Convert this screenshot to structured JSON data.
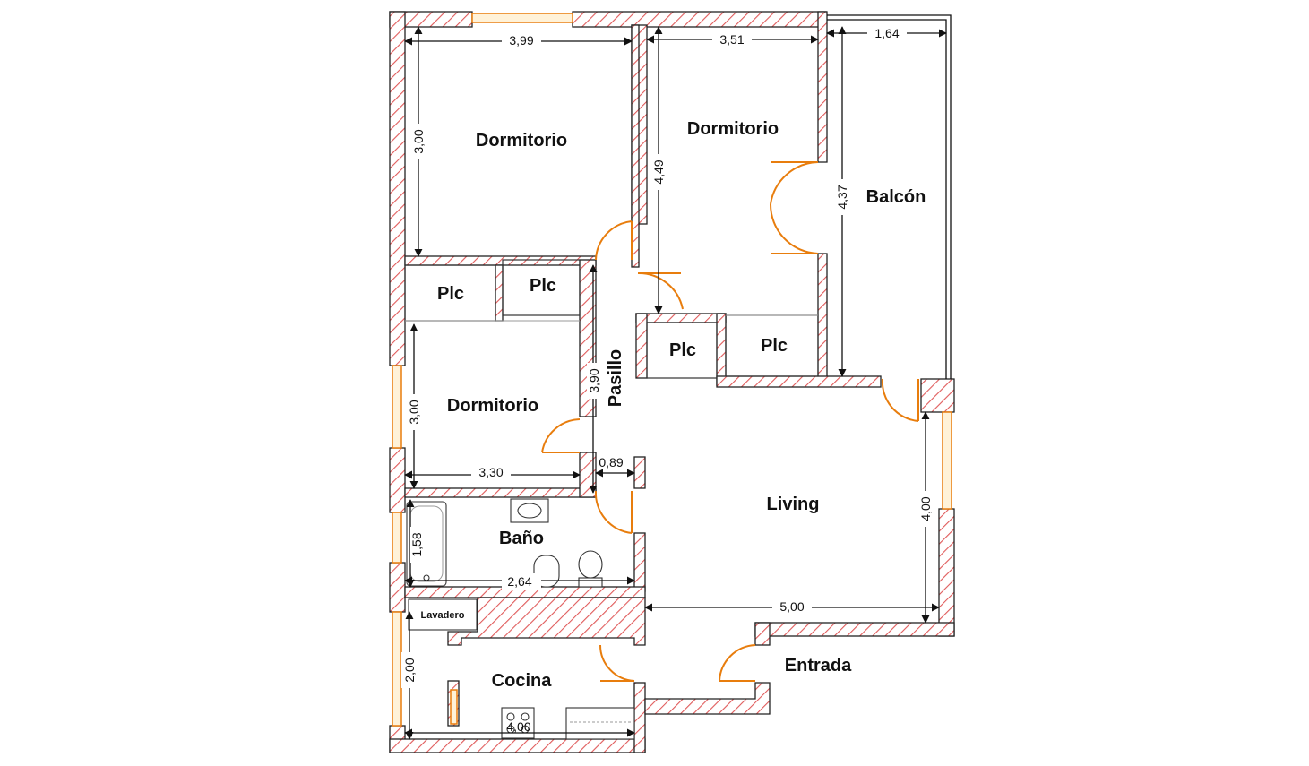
{
  "rooms": {
    "dormitorio_1": "Dormitorio",
    "dormitorio_2": "Dormitorio",
    "dormitorio_3": "Dormitorio",
    "balcon": "Balcón",
    "plc_1": "Plc",
    "plc_2": "Plc",
    "plc_3": "Plc",
    "plc_4": "Plc",
    "pasillo": "Pasillo",
    "bano": "Baño",
    "living": "Living",
    "lavadero": "Lavadero",
    "cocina": "Cocina",
    "entrada": "Entrada"
  },
  "dimensions": {
    "dorm1_width": "3,99",
    "dorm1_depth": "3,00",
    "dorm2_width": "3,51",
    "dorm2_depth": "4,49",
    "balcon_width": "1,64",
    "balcon_depth": "4,37",
    "dorm3_depth": "3,00",
    "dorm3_width": "3,30",
    "pasillo_length": "3,90",
    "pasillo_width": "0,89",
    "bano_depth": "1,58",
    "bano_width": "2,64",
    "living_depth": "4,00",
    "living_width": "5,00",
    "cocina_depth": "2,00",
    "cocina_width": "4,00"
  },
  "colors": {
    "hatch": "#e05a5a",
    "door": "#e87d0d",
    "wall_stroke": "#222222"
  }
}
